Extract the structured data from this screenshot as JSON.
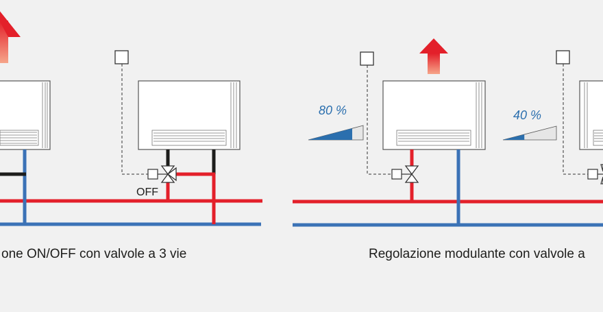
{
  "captions": {
    "left": "one ON/OFF con valvole a 3 vie",
    "right": "Regolazione modulante con valvole a"
  },
  "labels": {
    "off": "OFF",
    "pct_80": "80 %",
    "pct_40": "40 %"
  },
  "modulation": {
    "unit2_fraction": 0.8,
    "unit4_fraction": 0.4
  },
  "colors": {
    "background": "#f1f1f1",
    "supply_pipe": "#e3202a",
    "return_pipe": "#3b72b6",
    "closed_branch": "#1d1d1b",
    "unit_body": "#ffffff",
    "unit_outline": "#555555",
    "heat_arrow_top": "#e3202a",
    "heat_arrow_bottom": "#f6a58a",
    "wedge_fill": "#2b6fae",
    "wedge_empty": "#e6e6e6"
  },
  "icons": {
    "heat_arrow": "heat-output-arrow-icon",
    "valve_3way": "three-way-valve-icon",
    "valve_2way": "two-way-valve-icon",
    "thermostat": "thermostat-icon",
    "actuator": "actuator-icon"
  }
}
